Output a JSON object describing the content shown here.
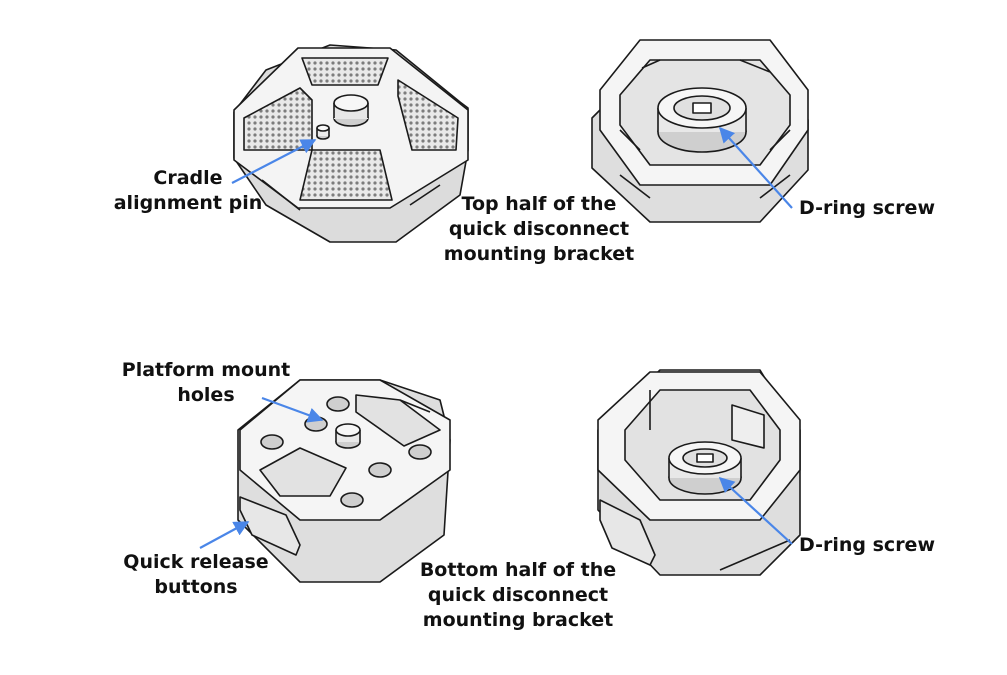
{
  "labels": {
    "cradle_pin": [
      "Cradle",
      "alignment pin"
    ],
    "top_half": [
      "Top half of the",
      "quick disconnect",
      "mounting bracket"
    ],
    "dring_top": "D-ring screw",
    "platform_holes": [
      "Platform mount",
      "holes"
    ],
    "quick_release": [
      "Quick release",
      "buttons"
    ],
    "bottom_half": [
      "Bottom half of the",
      "quick disconnect",
      "mounting bracket"
    ],
    "dring_bottom": "D-ring screw"
  },
  "colors": {
    "arrow": "#4a86e8",
    "outline": "#1a1a1a",
    "body_fill": "#f2f2f2",
    "shadow_fill": "#d9d9d9",
    "grip_fill": "#8a8a8a"
  }
}
